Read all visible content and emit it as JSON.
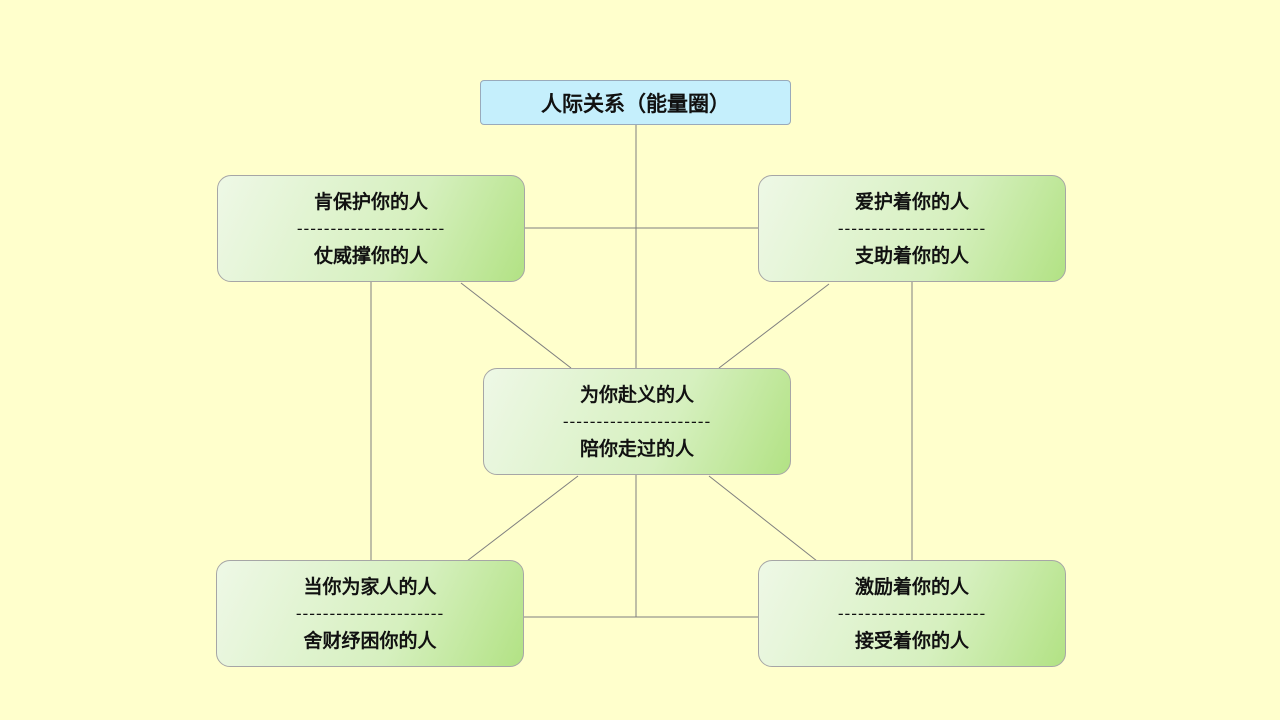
{
  "title": "人际关系（能量圈）",
  "separator": "----------------------",
  "nodes": {
    "top_left": {
      "line1": "肯保护你的人",
      "line2": "仗威撑你的人"
    },
    "top_right": {
      "line1": "爱护着你的人",
      "line2": "支助着你的人"
    },
    "center": {
      "line1": "为你赴义的人",
      "line2": "陪你走过的人"
    },
    "bottom_left": {
      "line1": "当你为家人的人",
      "line2": "舍财纾困你的人"
    },
    "bottom_right": {
      "line1": "激励着你的人",
      "line2": "接受着你的人"
    }
  }
}
